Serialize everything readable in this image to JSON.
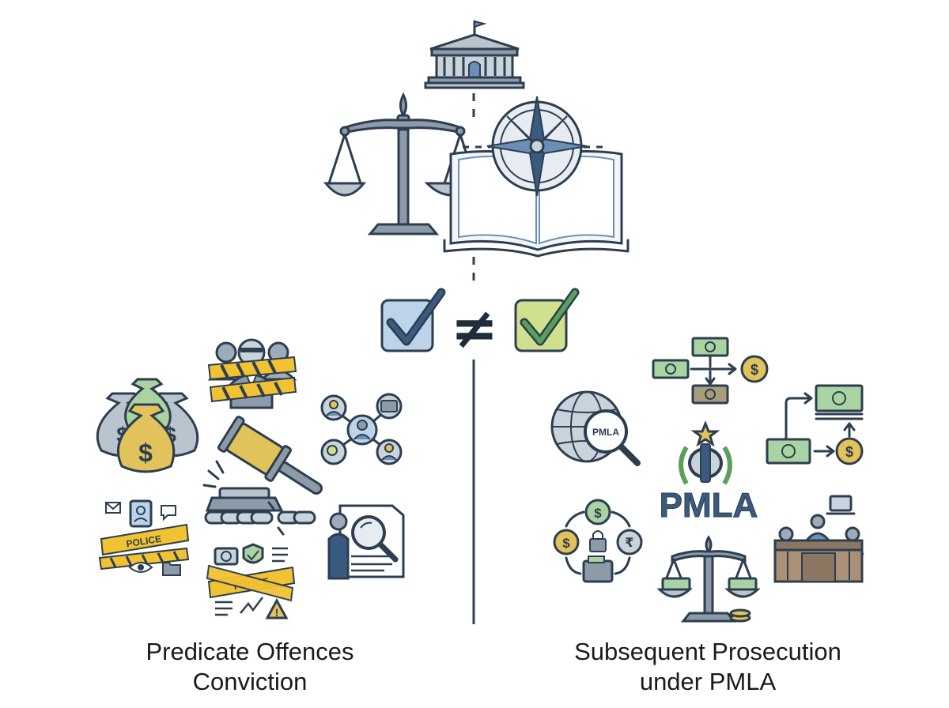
{
  "captions": {
    "left_line1": "Predicate Offences",
    "left_line2": "Conviction",
    "right_line1": "Subsequent Prosecution",
    "right_line2": "under PMLA"
  },
  "labels": {
    "pmla_big": "PMLA",
    "pmla_globe": "PMLA",
    "police": "POLICE",
    "dollar": "$",
    "rupee": "₹",
    "not_equal": "≠"
  },
  "colors": {
    "ink": "#2d3e50",
    "check_blue": "#bcd3ea",
    "check_green": "#cfe08e",
    "cash_green": "#a9d3a2",
    "gold": "#e2c25a",
    "tape_yellow": "#f1c232",
    "pmla_text": "#3a5a7f"
  },
  "icons": [
    "courthouse-icon",
    "scales-of-justice-icon",
    "compass-icon",
    "open-book-icon",
    "checkbox-blue-icon",
    "checkbox-green-icon",
    "money-bags-icon",
    "arrested-suspects-icon",
    "network-icon",
    "gavel-icon",
    "broken-chain-icon",
    "surveillance-tape-icon",
    "evidence-tape-icon",
    "investigator-icon",
    "globe-search-icon",
    "emblem-icon",
    "money-flow-icon",
    "cash-transfer-icon",
    "money-cycle-icon",
    "balance-cash-icon",
    "courtroom-icon"
  ]
}
